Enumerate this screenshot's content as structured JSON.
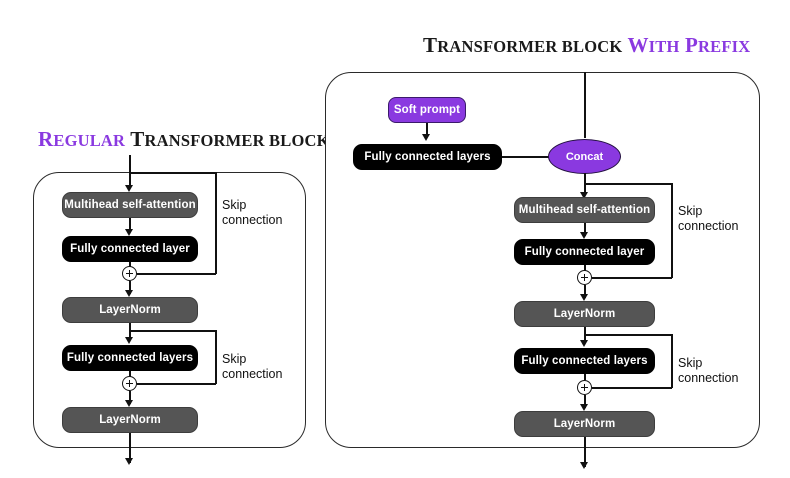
{
  "diagrams": {
    "left": {
      "title": {
        "part1_cap": "R",
        "part1_rest": "EGULAR",
        "part2_cap": "T",
        "part2_rest": "RANSFORMER BLOCK"
      },
      "nodes": {
        "attention": "Multihead self-attention",
        "fc_layer": "Fully connected layer",
        "layernorm_1": "LayerNorm",
        "fc_layers": "Fully connected layers",
        "layernorm_2": "LayerNorm"
      },
      "skip_1": "Skip\nconnection",
      "skip_2": "Skip\nconnection"
    },
    "right": {
      "title": {
        "part1_cap": "T",
        "part1_rest": "RANSFORMER BLOCK",
        "part2_cap": "W",
        "part2_rest": "ITH",
        "part3_cap": "P",
        "part3_rest": "REFIX"
      },
      "nodes": {
        "soft_prompt": "Soft prompt",
        "prefix_fc_layers": "Fully connected layers",
        "concat": "Concat",
        "attention": "Multihead self-attention",
        "fc_layer": "Fully connected layer",
        "layernorm_1": "LayerNorm",
        "fc_layers": "Fully connected layers",
        "layernorm_2": "LayerNorm"
      },
      "skip_1": "Skip\nconnection",
      "skip_2": "Skip\nconnection"
    }
  },
  "colors": {
    "accent_purple": "#8A39E0",
    "node_gray": "#555555",
    "node_black": "#000000",
    "line": "#111111",
    "background": "#FFFFFF"
  }
}
